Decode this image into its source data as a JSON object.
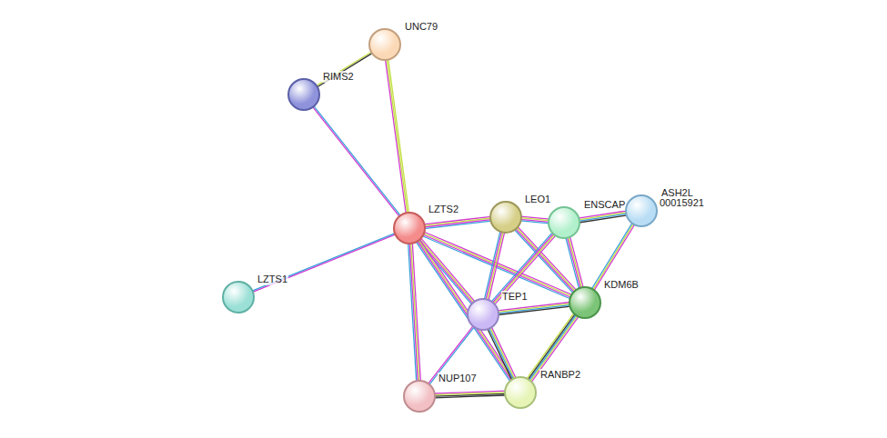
{
  "diagram": {
    "nodes": [
      {
        "text": [
          "UNC79"
        ]
      },
      {
        "text": [
          "RIMS2"
        ]
      },
      {
        "text": [
          "LZTS2"
        ]
      },
      {
        "text": [
          "LZTS1"
        ]
      },
      {
        "text": [
          "LEO1"
        ]
      },
      {
        "text": [
          "ENSCAP"
        ]
      },
      {
        "text": [
          "ASH2L"
        ]
      },
      {
        "text": [
          "KDM6B"
        ]
      },
      {
        "text": [
          "TEP1"
        ]
      },
      {
        "text": [
          "NUP107"
        ]
      },
      {
        "text": [
          "RANBP2"
        ]
      }
    ],
    "edges": [
      {
        "from": 2,
        "to": 0,
        "arrow": "none"
      },
      {
        "from": 2,
        "to": 1,
        "arrow": "none"
      },
      {
        "from": 1,
        "to": 0,
        "arrow": "none"
      },
      {
        "from": 2,
        "to": 3,
        "arrow": "none"
      },
      {
        "from": 2,
        "to": 4,
        "arrow": "none"
      },
      {
        "from": 4,
        "to": 5,
        "arrow": "none"
      },
      {
        "from": 5,
        "to": 6,
        "arrow": "none"
      },
      {
        "from": 2,
        "to": 8,
        "arrow": "none"
      },
      {
        "from": 2,
        "to": 7,
        "arrow": "none"
      },
      {
        "from": 2,
        "to": 9,
        "arrow": "none"
      },
      {
        "from": 2,
        "to": 10,
        "arrow": "none"
      },
      {
        "from": 4,
        "to": 8,
        "arrow": "none"
      },
      {
        "from": 4,
        "to": 7,
        "arrow": "none"
      },
      {
        "from": 5,
        "to": 8,
        "arrow": "none"
      },
      {
        "from": 5,
        "to": 7,
        "arrow": "none"
      },
      {
        "from": 6,
        "to": 7,
        "arrow": "none"
      },
      {
        "from": 8,
        "to": 7,
        "arrow": "none"
      },
      {
        "from": 8,
        "to": 10,
        "arrow": "none"
      },
      {
        "from": 8,
        "to": 9,
        "arrow": "none"
      },
      {
        "from": 7,
        "to": 10,
        "arrow": "none"
      },
      {
        "from": 9,
        "to": 10,
        "arrow": "none"
      }
    ],
    "labels": [
      "00015921"
    ]
  }
}
